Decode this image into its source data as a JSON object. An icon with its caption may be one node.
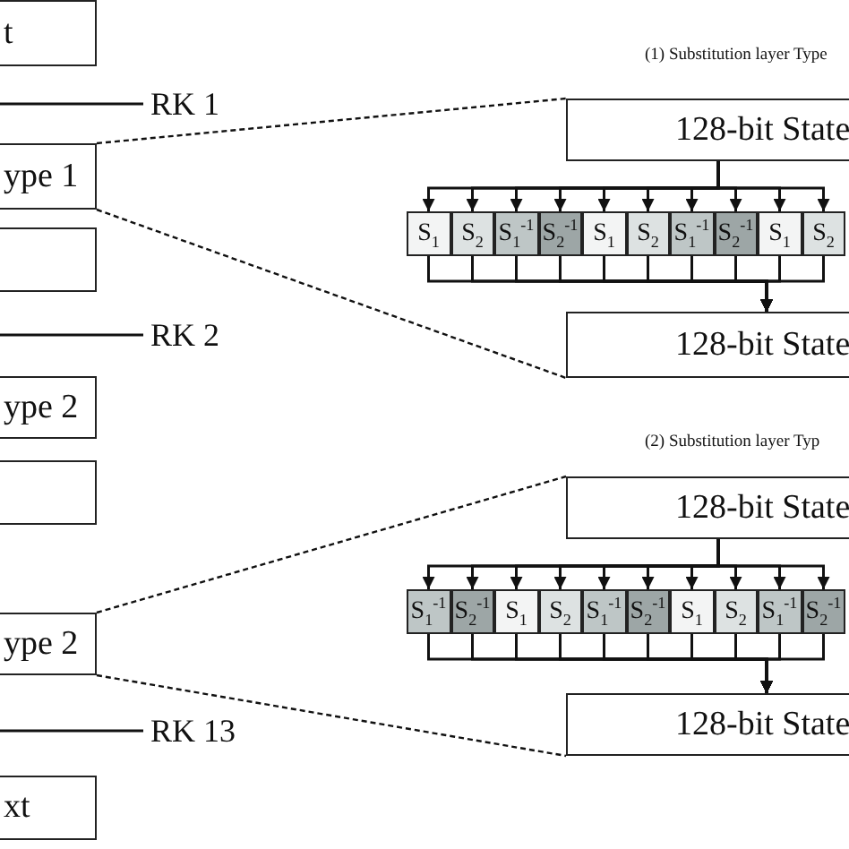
{
  "diagram": {
    "nodes": [
      {
        "text": [
          "t"
        ]
      },
      {
        "text": [
          "RK 1"
        ]
      },
      {
        "text": [
          "ype 1"
        ]
      },
      {
        "text": [],
        "shape": "box"
      },
      {
        "text": [
          "RK 2"
        ]
      },
      {
        "text": [
          "ype 2"
        ]
      },
      {
        "text": [],
        "shape": "box"
      },
      {
        "text": [
          "ype 2"
        ]
      },
      {
        "text": [
          "RK 13"
        ]
      },
      {
        "text": [
          "xt"
        ]
      },
      {
        "text": [
          "128-bit State"
        ]
      },
      {
        "text": [
          "S$_{1}$"
        ]
      },
      {
        "text": [
          "S$_{2}$"
        ]
      },
      {
        "text": [
          "S$_{1}$$^{-1}$"
        ]
      },
      {
        "text": [
          "S$_{2}$$^{-1}$"
        ]
      },
      {
        "text": [
          "S$_{1}$"
        ]
      },
      {
        "text": [
          "S$_{2}$"
        ]
      },
      {
        "text": [
          "S$_{1}$$^{-1}$"
        ]
      },
      {
        "text": [
          "S$_{2}$$^{-1}$"
        ]
      },
      {
        "text": [
          "S$_{1}$"
        ]
      },
      {
        "text": [
          "S$_{2}$"
        ]
      },
      {
        "text": [
          "128-bit State"
        ]
      },
      {
        "text": [
          "128-bit State"
        ]
      },
      {
        "text": [
          "S$_{1}$$^{-1}$"
        ]
      },
      {
        "text": [
          "S$_{2}$$^{-1}$"
        ]
      },
      {
        "text": [
          "S$_{1}$"
        ]
      },
      {
        "text": [
          "S$_{2}$"
        ]
      },
      {
        "text": [
          "S$_{1}$$^{-1}$"
        ]
      },
      {
        "text": [
          "S$_{2}$$^{-1}$"
        ]
      },
      {
        "text": [
          "S$_{1}$"
        ]
      },
      {
        "text": [
          "S$_{2}$"
        ]
      },
      {
        "text": [
          "S$_{1}$$^{-1}$"
        ]
      },
      {
        "text": [
          "S$_{2}$$^{-1}$"
        ]
      },
      {
        "text": [
          "128-bit State"
        ]
      }
    ],
    "edges": [
      {
        "from": null,
        "to": 1,
        "arrow": "none"
      },
      {
        "from": null,
        "to": 4,
        "arrow": "none"
      },
      {
        "from": null,
        "to": 8,
        "arrow": "none"
      },
      {
        "from": 2,
        "to": 10,
        "arrow": "none",
        "style": "dashed"
      },
      {
        "from": 2,
        "to": 21,
        "arrow": "none",
        "style": "dashed"
      },
      {
        "from": 7,
        "to": 22,
        "arrow": "none",
        "style": "dashed"
      },
      {
        "from": 7,
        "to": 33,
        "arrow": "none",
        "style": "dashed"
      },
      {
        "from": 10,
        "to": 11,
        "arrow": "to"
      },
      {
        "from": 10,
        "to": 12,
        "arrow": "to"
      },
      {
        "from": 10,
        "to": 13,
        "arrow": "to"
      },
      {
        "from": 10,
        "to": 14,
        "arrow": "to"
      },
      {
        "from": 10,
        "to": 15,
        "arrow": "to"
      },
      {
        "from": 10,
        "to": 16,
        "arrow": "to"
      },
      {
        "from": 10,
        "to": 17,
        "arrow": "to"
      },
      {
        "from": 10,
        "to": 18,
        "arrow": "to"
      },
      {
        "from": 10,
        "to": 19,
        "arrow": "to"
      },
      {
        "from": 10,
        "to": 20,
        "arrow": "to"
      },
      {
        "from": 11,
        "to": 21,
        "arrow": "to"
      },
      {
        "from": 12,
        "to": 21,
        "arrow": "to"
      },
      {
        "from": 13,
        "to": 21,
        "arrow": "to"
      },
      {
        "from": 14,
        "to": 21,
        "arrow": "to"
      },
      {
        "from": 15,
        "to": 21,
        "arrow": "to"
      },
      {
        "from": 16,
        "to": 21,
        "arrow": "to"
      },
      {
        "from": 17,
        "to": 21,
        "arrow": "to"
      },
      {
        "from": 18,
        "to": 21,
        "arrow": "to"
      },
      {
        "from": 19,
        "to": 21,
        "arrow": "to"
      },
      {
        "from": 20,
        "to": 21,
        "arrow": "to"
      },
      {
        "from": 22,
        "to": 23,
        "arrow": "to"
      },
      {
        "from": 22,
        "to": 24,
        "arrow": "to"
      },
      {
        "from": 22,
        "to": 25,
        "arrow": "to"
      },
      {
        "from": 22,
        "to": 26,
        "arrow": "to"
      },
      {
        "from": 22,
        "to": 27,
        "arrow": "to"
      },
      {
        "from": 22,
        "to": 28,
        "arrow": "to"
      },
      {
        "from": 22,
        "to": 29,
        "arrow": "to"
      },
      {
        "from": 22,
        "to": 30,
        "arrow": "to"
      },
      {
        "from": 22,
        "to": 31,
        "arrow": "to"
      },
      {
        "from": 22,
        "to": 32,
        "arrow": "to"
      },
      {
        "from": 23,
        "to": 33,
        "arrow": "to"
      },
      {
        "from": 24,
        "to": 33,
        "arrow": "to"
      },
      {
        "from": 25,
        "to": 33,
        "arrow": "to"
      },
      {
        "from": 26,
        "to": 33,
        "arrow": "to"
      },
      {
        "from": 27,
        "to": 33,
        "arrow": "to"
      },
      {
        "from": 28,
        "to": 33,
        "arrow": "to"
      },
      {
        "from": 29,
        "to": 33,
        "arrow": "to"
      },
      {
        "from": 30,
        "to": 33,
        "arrow": "to"
      },
      {
        "from": 31,
        "to": 33,
        "arrow": "to"
      },
      {
        "from": 32,
        "to": 33,
        "arrow": "to"
      }
    ],
    "labels": [
      "(1) Substitution layer Type",
      "(2) Substitution layer Typ"
    ]
  }
}
